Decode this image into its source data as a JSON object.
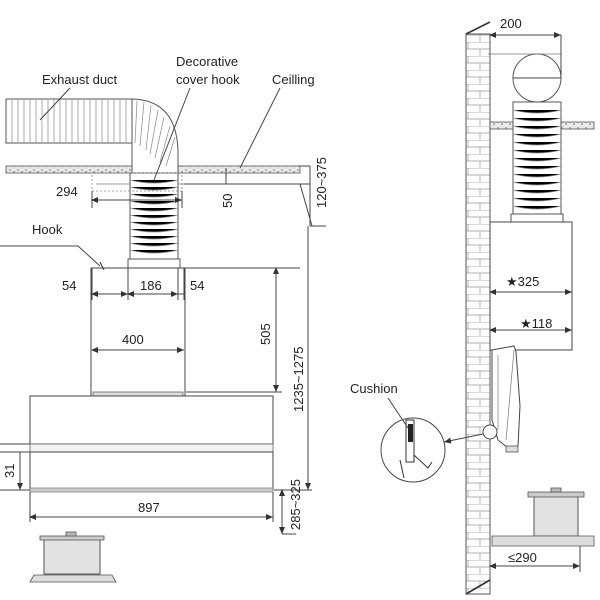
{
  "labels": {
    "exhaust_duct": "Exhaust duct",
    "decorative_line1": "Decorative",
    "decorative_line2": "cover hook",
    "ceiling": "Ceilling",
    "hook": "Hook",
    "cushion": "Cushion"
  },
  "dims": {
    "d200": "200",
    "d294": "294",
    "d50": "50",
    "d120_375": "120~375",
    "d54_left": "54",
    "d186": "186",
    "d54_right": "54",
    "d400": "400",
    "d505": "505",
    "d1235_1275": "1235~1275",
    "d31": "31",
    "d897": "897",
    "d285_325": "285~325",
    "d325": "★325",
    "d118": "★118",
    "d290": "≤290"
  }
}
